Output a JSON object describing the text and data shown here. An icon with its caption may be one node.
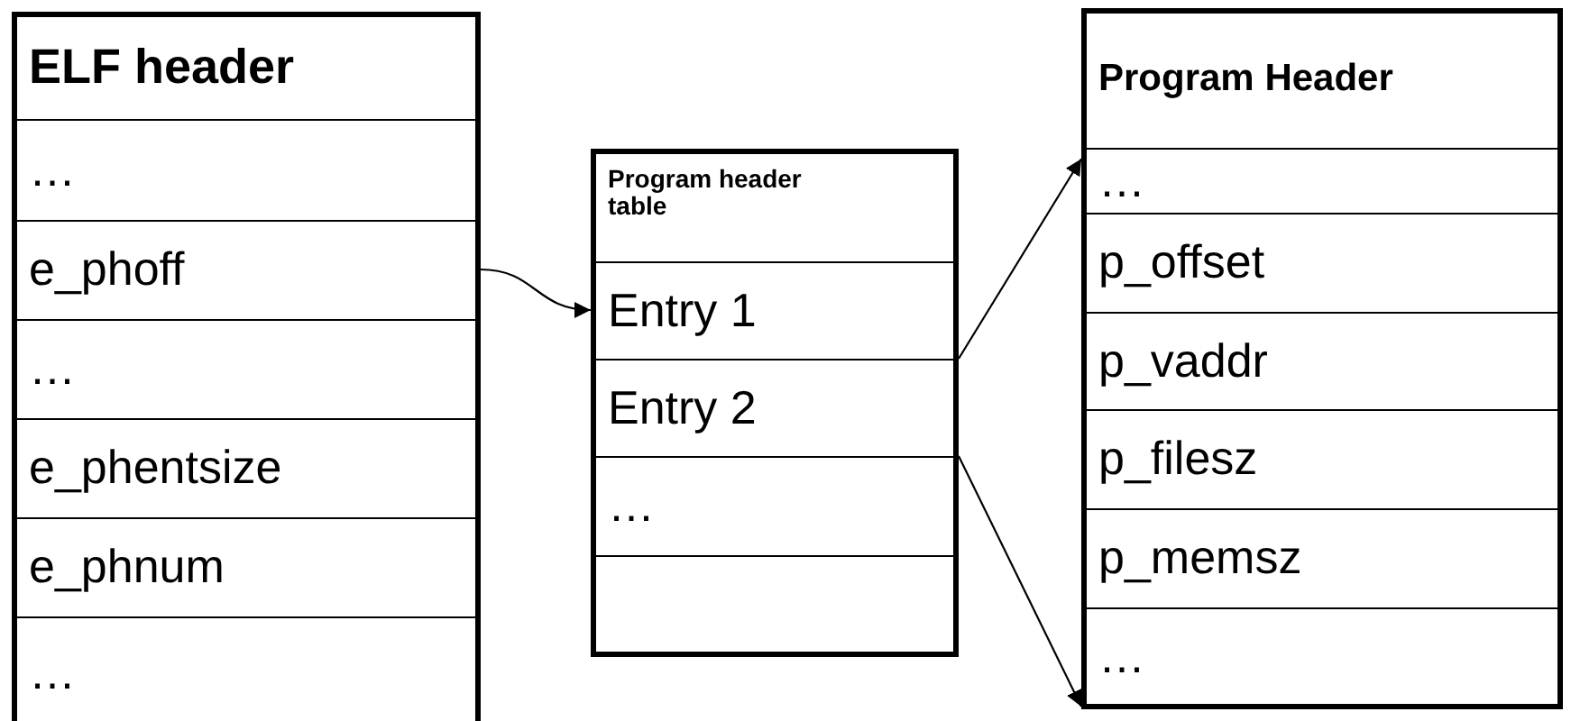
{
  "diagram": {
    "nodes": [
      {
        "text": [
          "ELF header"
        ]
      },
      {
        "text": [
          "…"
        ]
      },
      {
        "text": [
          "e_phoff"
        ]
      },
      {
        "text": [
          "…"
        ]
      },
      {
        "text": [
          "e_phentsize"
        ]
      },
      {
        "text": [
          "e_phnum"
        ]
      },
      {
        "text": [
          "…"
        ]
      },
      {
        "text": [
          "Program header table"
        ]
      },
      {
        "text": [
          "Entry 1"
        ]
      },
      {
        "text": [
          "Entry 2"
        ]
      },
      {
        "text": [
          "…"
        ]
      },
      {
        "text": [],
        "shape": "box"
      },
      {
        "text": [
          "Program Header"
        ]
      },
      {
        "text": [
          "…"
        ]
      },
      {
        "text": [
          "p_offset"
        ]
      },
      {
        "text": [
          "p_vaddr"
        ]
      },
      {
        "text": [
          "p_filesz"
        ]
      },
      {
        "text": [
          "p_memsz"
        ]
      },
      {
        "text": [
          "…"
        ]
      }
    ],
    "edges": [
      {
        "from": 2,
        "to": 8,
        "arrow": "to"
      },
      {
        "from": 9,
        "to": 13,
        "arrow": "to"
      },
      {
        "from": 9,
        "to": 18,
        "arrow": "to"
      }
    ]
  }
}
